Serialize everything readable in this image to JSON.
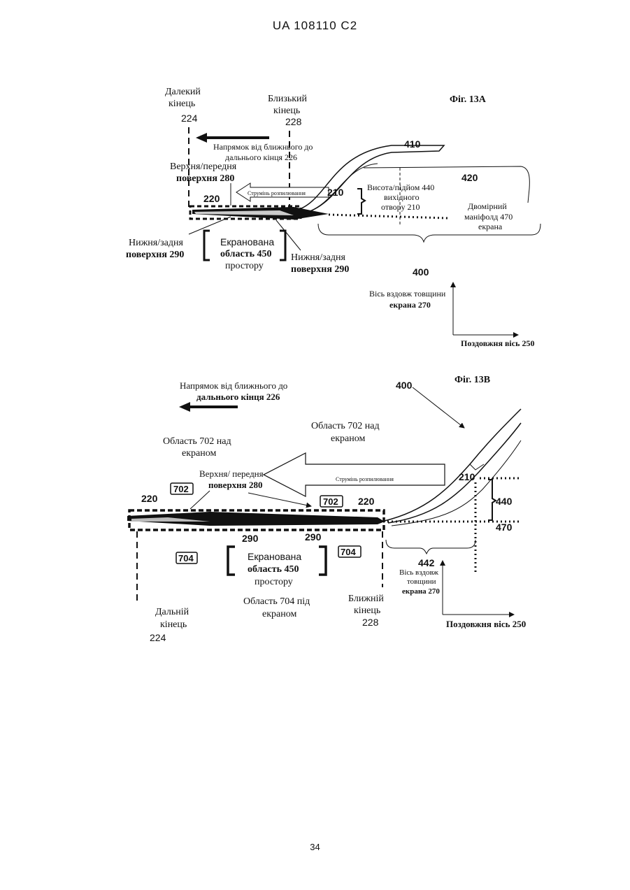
{
  "header": "UA   108110   C2",
  "page_number": "34",
  "fig13a": {
    "title": "Фіг. 13А",
    "far_end": [
      "Далекий",
      "кінець",
      "224"
    ],
    "near_end": [
      "Близький",
      "кінець",
      "228"
    ],
    "direction": [
      "Напрямок від ближнього до",
      "дальнього кінця 226"
    ],
    "top_surface": [
      "Верхня/передня",
      "поверхня 280"
    ],
    "spray": "Струмінь розпилювання",
    "label_220": "220",
    "label_210": "210",
    "label_410": "410",
    "label_420": "420",
    "label_400": "400",
    "height": [
      "Висота/підйом 440",
      "вихідного",
      "отвору 210"
    ],
    "manifold": [
      "Двомірний",
      "маніфолд 470",
      "екрана"
    ],
    "bottom_left": [
      "Нижня/задня",
      "поверхня 290"
    ],
    "shielded": [
      "Екранована",
      "область 450",
      "простору"
    ],
    "bottom_right": [
      "Нижня/задня",
      "поверхня 290"
    ],
    "axis_thickness": [
      "Вісь вздовж товщини",
      "екрана 270"
    ],
    "axis_long": "Поздовжня вісь 250"
  },
  "fig13b": {
    "title": "Фіг. 13В",
    "direction": [
      "Напрямок від ближнього до",
      "дальнього кінця 226"
    ],
    "label_400": "400",
    "region_above_right": [
      "Область 702 над",
      "екраном"
    ],
    "region_above_left": [
      "Область 702 над",
      "екраном"
    ],
    "top_surface": [
      "Верхня/ передня",
      "поверхня 280"
    ],
    "spray": "Струмінь розпилювання",
    "box_702a": "702",
    "box_702b": "702",
    "label_220a": "220",
    "label_220b": "220",
    "label_210": "210",
    "label_440": "440",
    "label_470": "470",
    "label_290a": "290",
    "label_290b": "290",
    "box_704a": "704",
    "box_704b": "704",
    "shielded": [
      "Екранована",
      "область 450",
      "простору"
    ],
    "label_442": "442",
    "axis_thickness": [
      "Вісь вздовж",
      "товщини",
      "екрана 270"
    ],
    "region_below": [
      "Область 704 під",
      "екраном"
    ],
    "near_end": [
      "Ближній",
      "кінець",
      "228"
    ],
    "far_end": [
      "Дальній",
      "кінець",
      "224"
    ],
    "axis_long": "Поздовжня вісь 250"
  }
}
